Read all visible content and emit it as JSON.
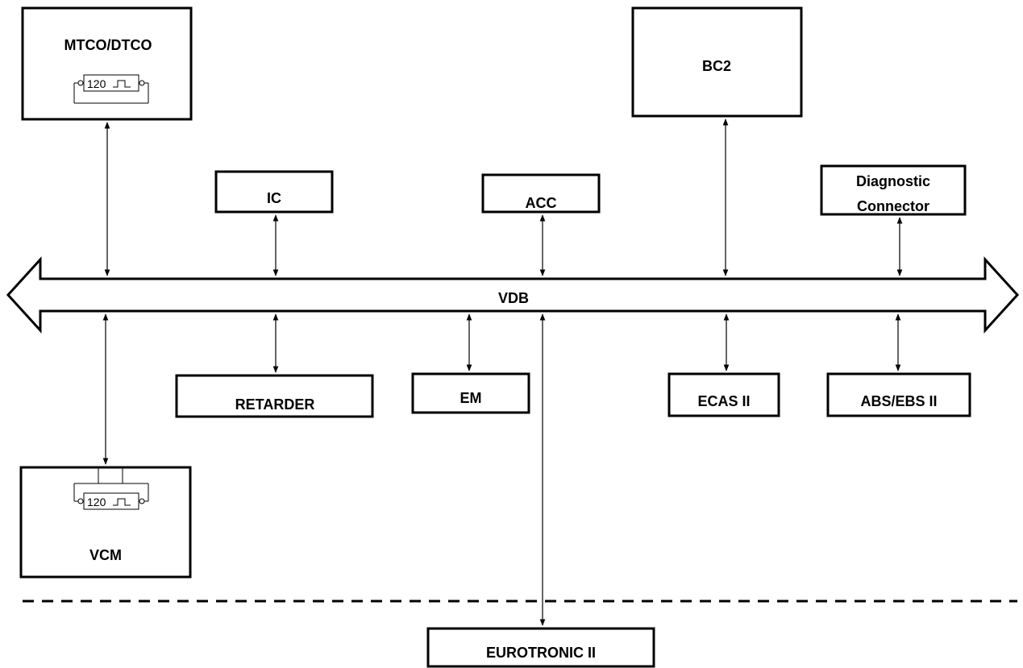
{
  "bus": {
    "label": "VDB"
  },
  "nodes": {
    "mtco": "MTCO/DTCO",
    "bc2": "BC2",
    "ic": "IC",
    "acc": "ACC",
    "diag_line1": "Diagnostic",
    "diag_line2": "Connector",
    "retarder": "RETARDER",
    "em": "EM",
    "ecas": "ECAS II",
    "abs": "ABS/EBS II",
    "vcm": "VCM",
    "eurotronic": "EUROTRONIC II"
  },
  "resistor": {
    "value": "120"
  }
}
